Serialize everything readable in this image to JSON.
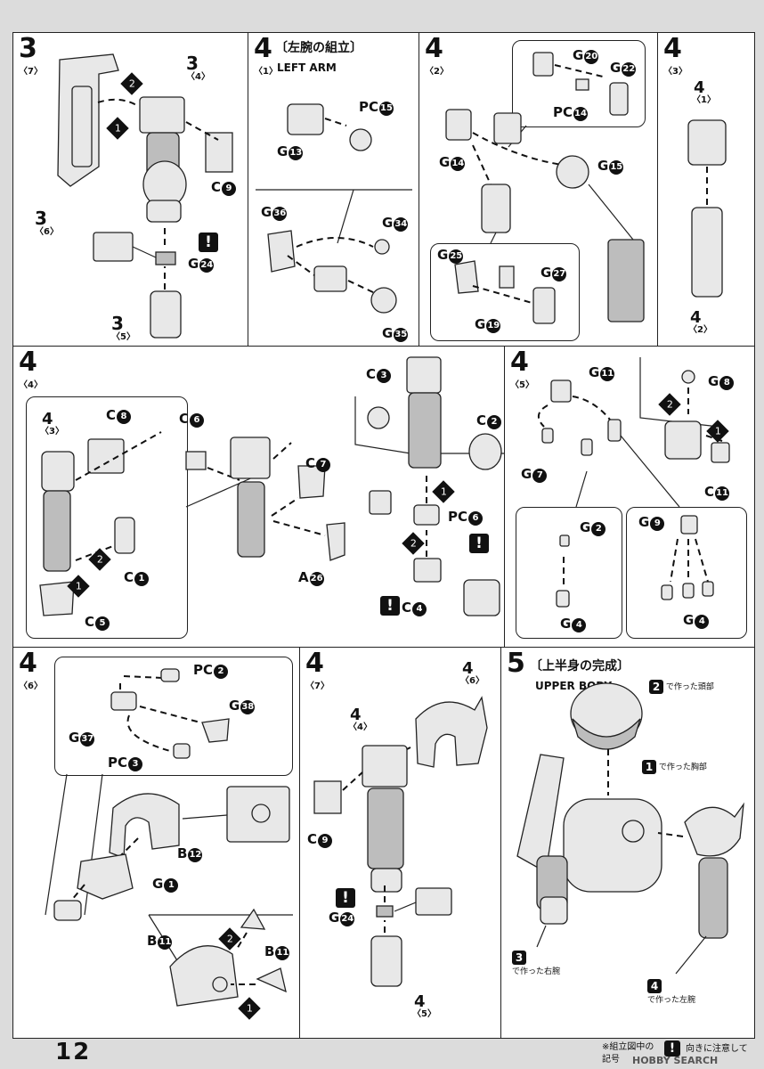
{
  "page_number": "12",
  "steps": {
    "s3_7": {
      "num": "3",
      "sub": "〈7〉",
      "refs": {
        "r34_num": "3",
        "r34_sub": "〈4〉",
        "r36_num": "3",
        "r36_sub": "〈6〉",
        "r35_num": "3",
        "r35_sub": "〈5〉"
      },
      "labels": {
        "c9": "C",
        "c9n": "9",
        "g24": "G",
        "g24n": "24"
      },
      "badges": [
        "2",
        "1"
      ],
      "warn": "!"
    },
    "s4_1": {
      "num": "4",
      "sub": "〈1〉",
      "title": "〔左腕の組立〕",
      "subtitle": "LEFT ARM",
      "labels": {
        "pc15": "PC",
        "pc15n": "15",
        "g13": "G",
        "g13n": "13",
        "g36": "G",
        "g36n": "36",
        "g34": "G",
        "g34n": "34",
        "g35": "G",
        "g35n": "35"
      }
    },
    "s4_2": {
      "num": "4",
      "sub": "〈2〉",
      "labels": {
        "g20": "G",
        "g20n": "20",
        "g22": "G",
        "g22n": "22",
        "pc14": "PC",
        "pc14n": "14",
        "g14": "G",
        "g14n": "14",
        "g15": "G",
        "g15n": "15",
        "g25": "G",
        "g25n": "25",
        "g27": "G",
        "g27n": "27",
        "g19": "G",
        "g19n": "19"
      }
    },
    "s4_3": {
      "num": "4",
      "sub": "〈3〉",
      "ref_top_num": "4",
      "ref_top_sub": "〈1〉",
      "ref_bot_num": "4",
      "ref_bot_sub": "〈2〉"
    },
    "s4_4": {
      "num": "4",
      "sub": "〈4〉",
      "ref_num": "4",
      "ref_sub": "〈3〉",
      "labels": {
        "c8": "C",
        "c8n": "8",
        "c6": "C",
        "c6n": "6",
        "c7": "C",
        "c7n": "7",
        "c1": "C",
        "c1n": "1",
        "c5": "C",
        "c5n": "5",
        "a26": "A",
        "a26n": "26",
        "c3": "C",
        "c3n": "3",
        "c2": "C",
        "c2n": "2",
        "pc6": "PC",
        "pc6n": "6",
        "c4": "C",
        "c4n": "4"
      },
      "badges": [
        "2",
        "1",
        "1",
        "2"
      ],
      "warn": "!"
    },
    "s4_5": {
      "num": "4",
      "sub": "〈5〉",
      "labels": {
        "g11": "G",
        "g11n": "11",
        "g8": "G",
        "g8n": "8",
        "g7": "G",
        "g7n": "7",
        "c11": "C",
        "c11n": "11",
        "g2": "G",
        "g2n": "2",
        "g4a": "G",
        "g4an": "4",
        "g9": "G",
        "g9n": "9",
        "g4b": "G",
        "g4bn": "4"
      },
      "badges": [
        "2",
        "1"
      ]
    },
    "s4_6": {
      "num": "4",
      "sub": "〈6〉",
      "labels": {
        "pc2": "PC",
        "pc2n": "2",
        "g38": "G",
        "g38n": "38",
        "g37": "G",
        "g37n": "37",
        "pc3": "PC",
        "pc3n": "3",
        "b12": "B",
        "b12n": "12",
        "g1": "G",
        "g1n": "1",
        "b11a": "B",
        "b11an": "11",
        "b11b": "B",
        "b11bn": "11"
      },
      "badges": [
        "2",
        "1"
      ]
    },
    "s4_7": {
      "num": "4",
      "sub": "〈7〉",
      "refs": {
        "r46_num": "4",
        "r46_sub": "〈6〉",
        "r44_num": "4",
        "r44_sub": "〈4〉",
        "r45_num": "4",
        "r45_sub": "〈5〉"
      },
      "labels": {
        "c9": "C",
        "c9n": "9",
        "g24": "G",
        "g24n": "24"
      },
      "warn": "!"
    },
    "s5": {
      "num": "5",
      "title": "〔上半身の完成〕",
      "subtitle": "UPPER BODY",
      "notes": {
        "head_num": "2",
        "head": "で作った頭部",
        "chest_num": "1",
        "chest": "で作った胸部",
        "rarm_num": "3",
        "rarm": "で作った右腕",
        "larm_num": "4",
        "larm": "で作った左腕"
      }
    }
  },
  "footer": {
    "note1": "※組立図中の",
    "note2": "記号",
    "note3": "向きに注意して",
    "watermark": "HOBBY SEARCH"
  },
  "colors": {
    "ink": "#111111",
    "part_fill": "#e8e8e8",
    "part_dark": "#bdbdbd",
    "paper": "#ffffff",
    "margin": "#dcdcdc"
  }
}
